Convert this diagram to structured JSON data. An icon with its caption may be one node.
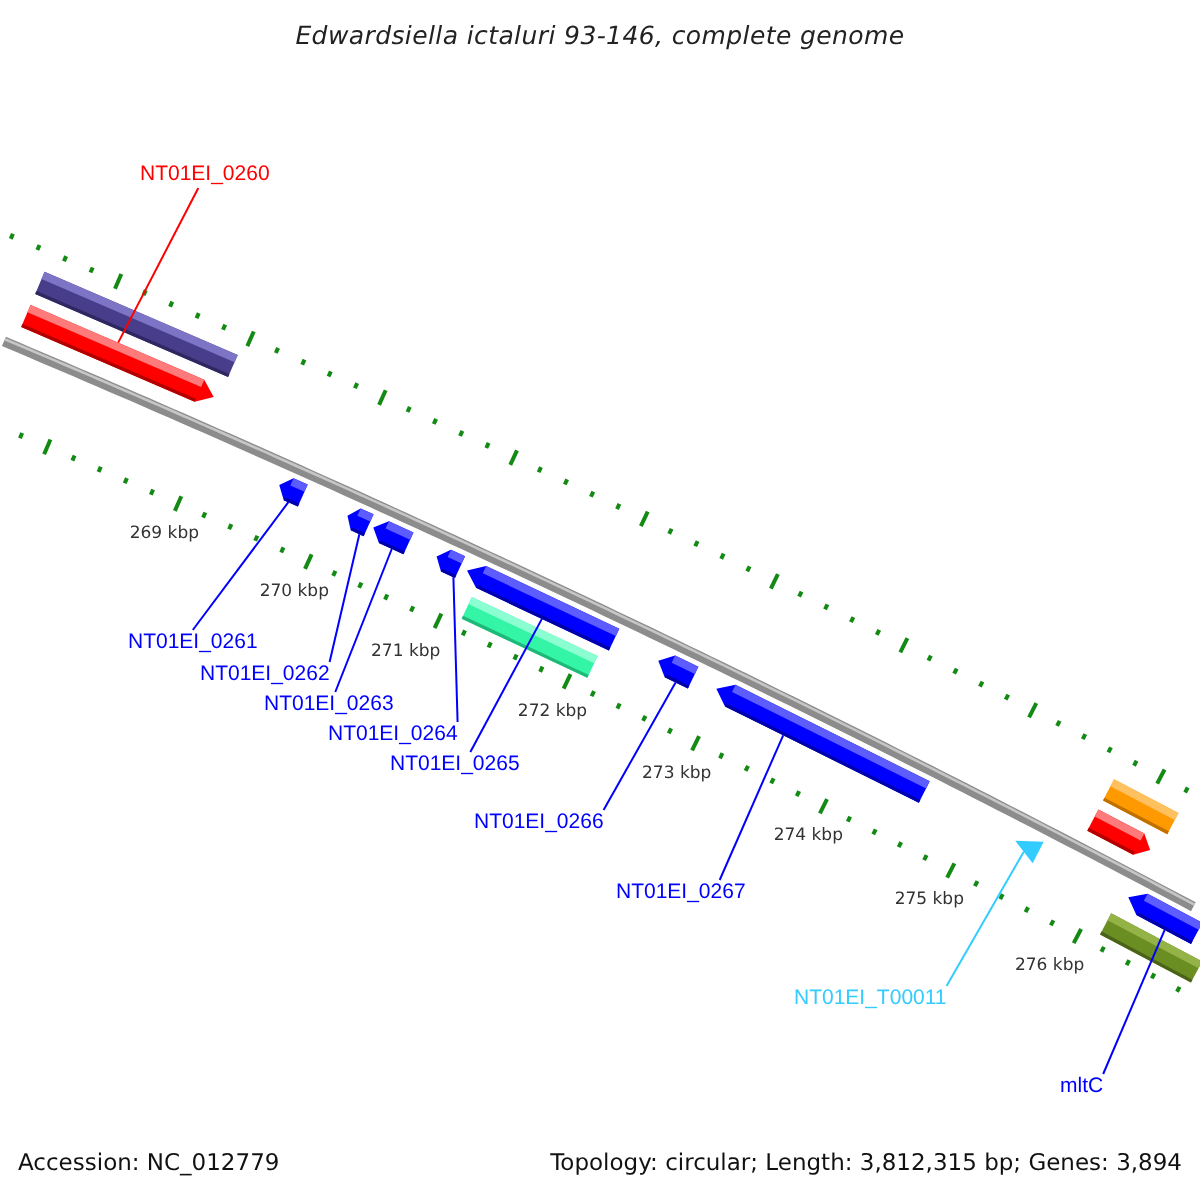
{
  "diagram": {
    "title": "Edwardsiella ictaluri 93-146, complete genome",
    "nodes": [
      {
        "text": [
          "NT01EI_0260"
        ]
      },
      {
        "text": [],
        "shape": "bar"
      },
      {
        "text": [],
        "shape": "bar"
      },
      {
        "text": [],
        "shape": "pentagon"
      },
      {
        "text": [],
        "shape": "pentagon"
      },
      {
        "text": [],
        "shape": "pentagon"
      },
      {
        "text": [],
        "shape": "pentagon"
      },
      {
        "text": [],
        "shape": "bar"
      },
      {
        "text": [],
        "shape": "bar"
      },
      {
        "text": [],
        "shape": "pentagon"
      },
      {
        "text": [],
        "shape": "bar"
      },
      {
        "text": [],
        "shape": "triangle"
      },
      {
        "text": [],
        "shape": "bar"
      },
      {
        "text": [],
        "shape": "bar"
      },
      {
        "text": [],
        "shape": "bar"
      },
      {
        "text": [],
        "shape": "bar"
      },
      {
        "text": [
          "NT01EI_0261"
        ]
      },
      {
        "text": [
          "NT01EI_0262"
        ]
      },
      {
        "text": [
          "NT01EI_0263"
        ]
      },
      {
        "text": [
          "NT01EI_0264"
        ]
      },
      {
        "text": [
          "NT01EI_0265"
        ]
      },
      {
        "text": [
          "NT01EI_0266"
        ]
      },
      {
        "text": [
          "NT01EI_0267"
        ]
      },
      {
        "text": [
          "NT01EI_T00011"
        ]
      },
      {
        "text": [
          "mltC"
        ]
      }
    ],
    "edges": [
      {
        "from": 0,
        "to": 2,
        "arrow": "none",
        "color": "#ff0000"
      },
      {
        "from": 16,
        "to": 3,
        "arrow": "none"
      },
      {
        "from": 17,
        "to": 4,
        "arrow": "none"
      },
      {
        "from": 18,
        "to": 5,
        "arrow": "none"
      },
      {
        "from": 19,
        "to": 6,
        "arrow": "none"
      },
      {
        "from": 20,
        "to": 7,
        "arrow": "none"
      },
      {
        "from": 21,
        "to": 9,
        "arrow": "none"
      },
      {
        "from": 22,
        "to": 10,
        "arrow": "none"
      },
      {
        "from": 23,
        "to": 11,
        "arrow": "none",
        "color": "#33ccff"
      },
      {
        "from": 24,
        "to": 14,
        "arrow": "none"
      }
    ],
    "labels": [
      "269 kbp",
      "270 kbp",
      "271 kbp",
      "272 kbp",
      "273 kbp",
      "274 kbp",
      "275 kbp",
      "276 kbp",
      "Accession: NC_012779",
      "Topology: circular; Length: 3,812,315 bp; Genes: 3,894"
    ]
  }
}
